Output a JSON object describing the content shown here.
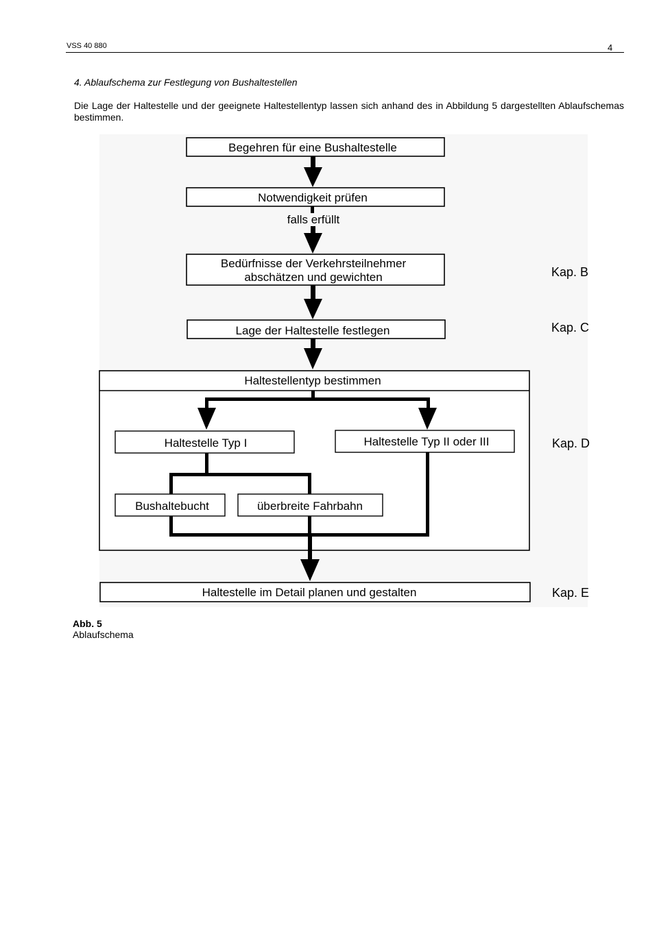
{
  "header": {
    "doc_id": "VSS 40 880",
    "page_number": "4"
  },
  "section": {
    "title": "4. Ablaufschema zur Festlegung von Bushaltestellen",
    "intro": "Die Lage der Haltestelle und der geeignete Haltestellentyp lassen sich anhand des in Abbildung 5 dargestellten Ablaufschemas bestimmen."
  },
  "flowchart": {
    "step_request": "Begehren für eine Bushaltestelle",
    "step_check": "Notwendigkeit prüfen",
    "condition": "falls erfüllt",
    "step_needs_line1": "Bedürfnisse der Verkehrsteilnehmer",
    "step_needs_line2": "abschätzen und gewichten",
    "step_location": "Lage der Haltestelle festlegen",
    "step_type": "Haltestellentyp bestimmen",
    "type_1": "Haltestelle Typ I",
    "type_2_3": "Haltestelle Typ II oder III",
    "bus_bay": "Bushaltebucht",
    "wide_road": "überbreite Fahrbahn",
    "step_detail": "Haltestelle im Detail planen und gestalten",
    "chapter_b": "Kap. B",
    "chapter_c": "Kap. C",
    "chapter_d": "Kap. D",
    "chapter_e": "Kap. E"
  },
  "figure": {
    "label": "Abb. 5",
    "caption": "Ablaufschema"
  }
}
